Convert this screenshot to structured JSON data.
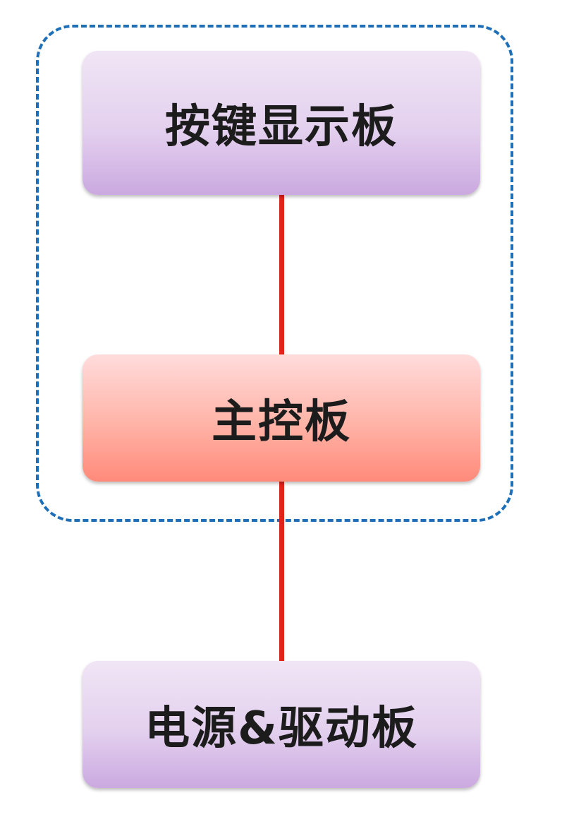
{
  "diagram": {
    "nodes": [
      {
        "id": "key-display-board",
        "label": "按键显示板",
        "color": "#e3d0ee"
      },
      {
        "id": "main-control-board",
        "label": "主控板",
        "color": "#ffb3a7"
      },
      {
        "id": "power-driver-board",
        "label": "电源&驱动板",
        "color": "#e3d0ee"
      }
    ],
    "edges": [
      {
        "from": "key-display-board",
        "to": "main-control-board",
        "color": "#e0241c"
      },
      {
        "from": "main-control-board",
        "to": "power-driver-board",
        "color": "#e0241c"
      }
    ],
    "group": {
      "contains": [
        "key-display-board",
        "main-control-board"
      ],
      "border_color": "#1f6fb8",
      "border_style": "dashed"
    }
  }
}
